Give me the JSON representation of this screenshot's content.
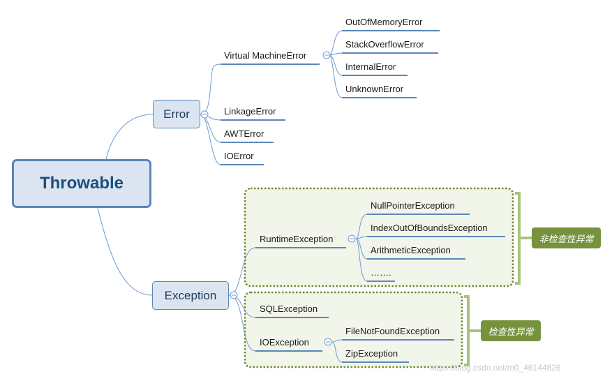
{
  "root": {
    "label": "Throwable"
  },
  "error": {
    "label": "Error",
    "children": {
      "vme": {
        "label": "Virtual MachineError",
        "children": [
          "OutOfMemoryError",
          "StackOverflowError",
          "InternalError",
          "UnknownError"
        ]
      },
      "linkage": "LinkageError",
      "awt": "AWTError",
      "io": "IOError"
    }
  },
  "exception": {
    "label": "Exception",
    "children": {
      "runtime": {
        "label": "RuntimeException",
        "children": [
          "NullPointerException",
          "IndexOutOfBoundsException",
          "ArithmeticException",
          "……."
        ]
      },
      "sql": "SQLException",
      "io": {
        "label": "IOException",
        "children": [
          "FileNotFoundException",
          "ZipException"
        ]
      }
    }
  },
  "groups": {
    "unchecked": "非检查性异常",
    "checked": "检查性异常"
  },
  "watermark": "https://blog.csdn.net/m0_46144826",
  "colors": {
    "connector": "#6b9bd1",
    "node_fill": "#dbe5f1",
    "node_border": "#5b86b8",
    "group_border": "#6f8a2d",
    "group_fill": "#f2f5ea",
    "tag_fill": "#76923c",
    "bracket": "#a6c47a"
  }
}
